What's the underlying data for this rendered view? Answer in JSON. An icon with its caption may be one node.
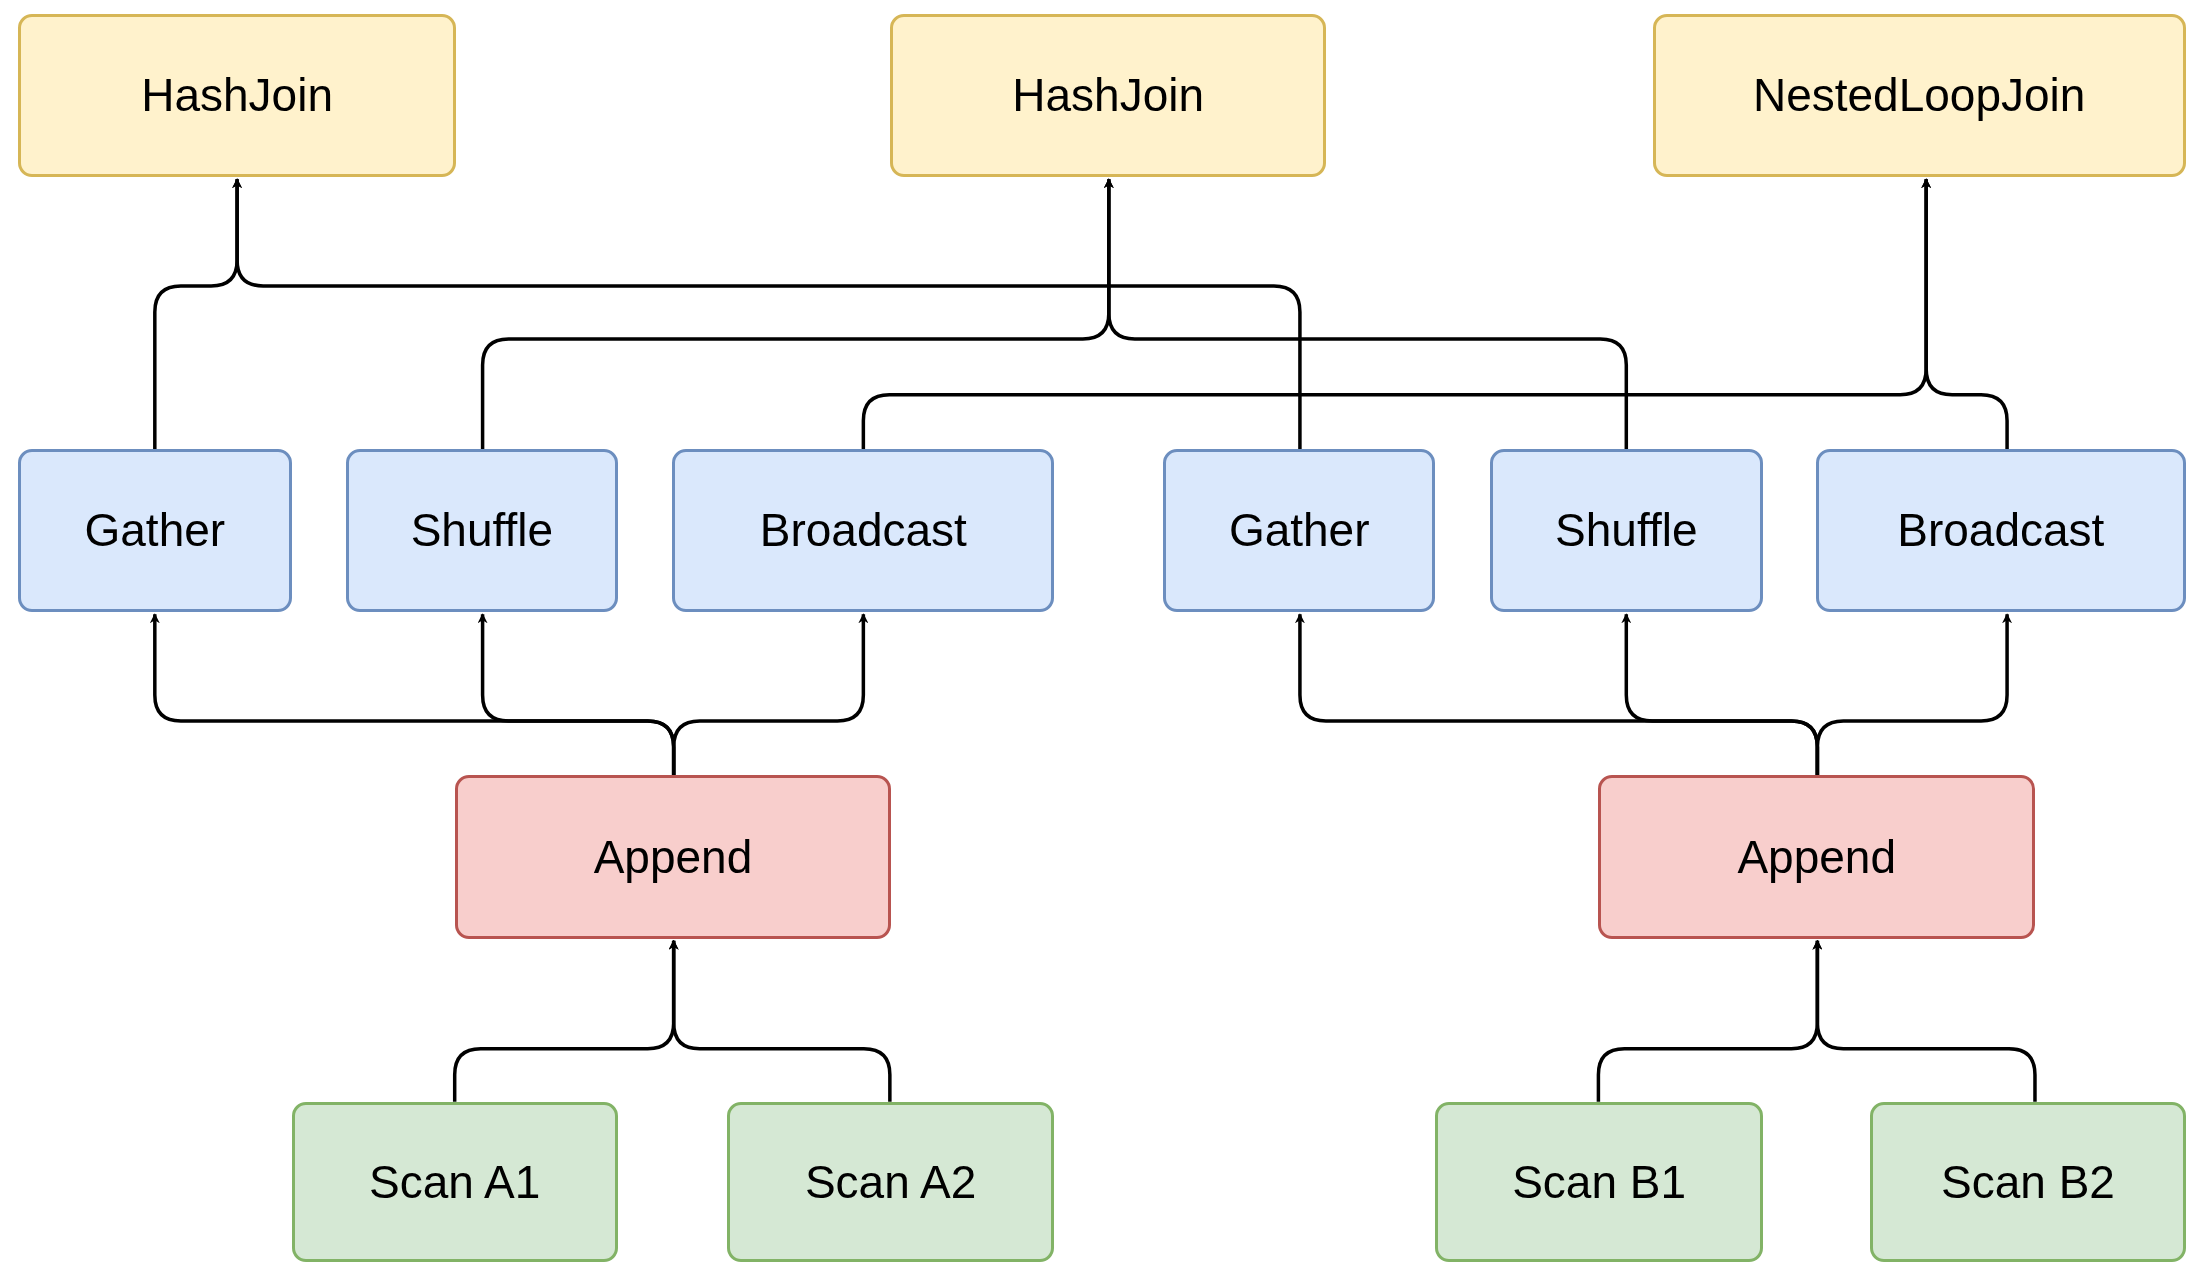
{
  "diagram": {
    "nodes": [
      {
        "text": [
          "HashJoin"
        ]
      },
      {
        "text": [
          "HashJoin"
        ]
      },
      {
        "text": [
          "NestedLoopJoin"
        ]
      },
      {
        "text": [
          "Gather"
        ]
      },
      {
        "text": [
          "Shuffle"
        ]
      },
      {
        "text": [
          "Broadcast"
        ]
      },
      {
        "text": [
          "Gather"
        ]
      },
      {
        "text": [
          "Shuffle"
        ]
      },
      {
        "text": [
          "Broadcast"
        ]
      },
      {
        "text": [
          "Append"
        ]
      },
      {
        "text": [
          "Append"
        ]
      },
      {
        "text": [
          "Scan A1"
        ]
      },
      {
        "text": [
          "Scan A2"
        ]
      },
      {
        "text": [
          "Scan B1"
        ]
      },
      {
        "text": [
          "Scan B2"
        ]
      }
    ],
    "edges": [
      {
        "from": 3,
        "to": 0,
        "arrow": "to"
      },
      {
        "from": 6,
        "to": 0,
        "arrow": "to"
      },
      {
        "from": 4,
        "to": 1,
        "arrow": "to"
      },
      {
        "from": 7,
        "to": 1,
        "arrow": "to"
      },
      {
        "from": 5,
        "to": 2,
        "arrow": "to"
      },
      {
        "from": 8,
        "to": 2,
        "arrow": "to"
      },
      {
        "from": 9,
        "to": 3,
        "arrow": "to"
      },
      {
        "from": 9,
        "to": 4,
        "arrow": "to"
      },
      {
        "from": 9,
        "to": 5,
        "arrow": "to"
      },
      {
        "from": 10,
        "to": 6,
        "arrow": "to"
      },
      {
        "from": 10,
        "to": 7,
        "arrow": "to"
      },
      {
        "from": 10,
        "to": 8,
        "arrow": "to"
      },
      {
        "from": 11,
        "to": 9,
        "arrow": "to"
      },
      {
        "from": 12,
        "to": 9,
        "arrow": "to"
      },
      {
        "from": 13,
        "to": 10,
        "arrow": "to"
      },
      {
        "from": 14,
        "to": 10,
        "arrow": "to"
      }
    ]
  }
}
